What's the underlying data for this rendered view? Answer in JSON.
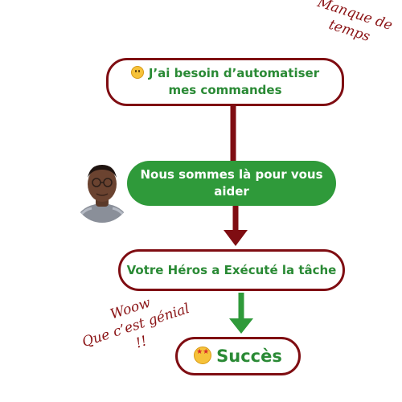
{
  "nodes": {
    "need": {
      "emoji": "worried-face-icon",
      "text": "J’ai besoin d’automatiser mes commandes"
    },
    "help": {
      "text": "Nous sommes là pour vous aider"
    },
    "hero": {
      "text": "Votre Héros a Exécuté la tâche"
    },
    "success": {
      "emoji": "star-struck-face-icon",
      "text": "Succès"
    }
  },
  "annotations": {
    "time_line1": "Manque de",
    "time_line2": "temps",
    "wow_line1": "Woow",
    "wow_line2": "Que c’est génial",
    "wow_line3": "!!"
  },
  "colors": {
    "maroon": "#7f0d12",
    "green": "#2f9a3a",
    "text_green": "#2a8a35",
    "annotation_red": "#8b1416",
    "background": "#ffffff"
  }
}
